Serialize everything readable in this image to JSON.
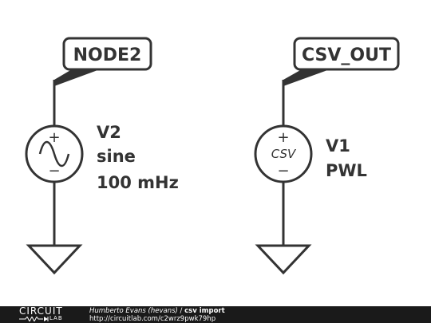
{
  "nets": [
    {
      "id": "node2",
      "label": "NODE2"
    },
    {
      "id": "csv_out",
      "label": "CSV_OUT"
    }
  ],
  "sources": [
    {
      "id": "v2",
      "ref": "V2",
      "type_label": "sine",
      "value": "100 mHz",
      "symbol": "sine-wave-icon"
    },
    {
      "id": "v1",
      "ref": "V1",
      "type_label": "PWL",
      "symbol_text": "CSV"
    }
  ],
  "polarity": {
    "plus": "+",
    "minus": "−"
  },
  "footer": {
    "logo_top": "CIRCUIT",
    "logo_bottom": "LAB",
    "author": "Humberto Evans (hevans)",
    "separator": " / ",
    "title": "csv import",
    "url": "http://circuitlab.com/c2wrz9pwk79hp"
  },
  "colors": {
    "stroke": "#333333",
    "footer_bg": "#1a1a1a",
    "footer_text": "#ffffff"
  }
}
